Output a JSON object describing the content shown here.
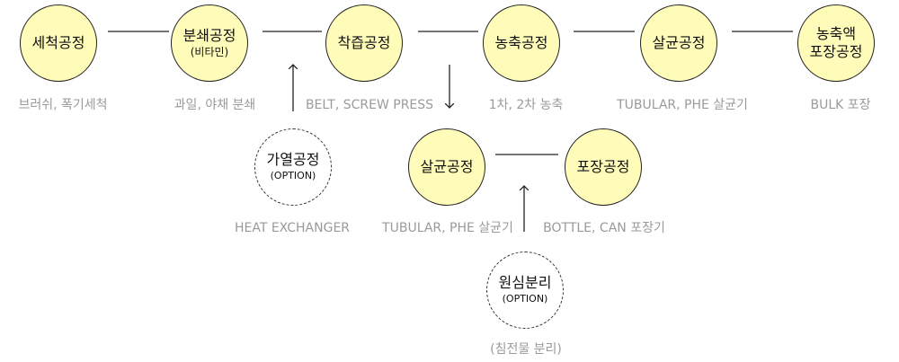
{
  "main_flow": [
    {
      "id": "wash",
      "label": "세척공정",
      "caption": "브러쉬, 폭기세척"
    },
    {
      "id": "crush",
      "label": "분쇄공정",
      "sublabel": "(비타민)",
      "caption": "과일, 야채 분쇄"
    },
    {
      "id": "press",
      "label": "착즙공정",
      "caption": "BELT, SCREW PRESS"
    },
    {
      "id": "concentrate",
      "label": "농축공정",
      "caption": "1차, 2차 농축"
    },
    {
      "id": "sterilize",
      "label": "살균공정",
      "caption": "TUBULAR, PHE 살균기"
    },
    {
      "id": "pack_conc",
      "label": "농축액\n포장공정",
      "caption": "BULK 포장"
    }
  ],
  "branch_flow": [
    {
      "id": "heat",
      "label": "가열공정",
      "sublabel": "(OPTION)",
      "caption": "HEAT EXCHANGER",
      "optional": true
    },
    {
      "id": "sterilize2",
      "label": "살균공정",
      "caption": "TUBULAR, PHE 살균기"
    },
    {
      "id": "pack",
      "label": "포장공정",
      "caption": "BOTTLE, CAN 포장기"
    },
    {
      "id": "separate",
      "label": "원심분리",
      "sublabel": "(OPTION)",
      "caption": "(침전물 분리)",
      "optional": true
    }
  ],
  "colors": {
    "node_fill": "#fffbb8",
    "node_border": "#222222",
    "caption": "#9a9a9a",
    "line": "#222222"
  }
}
